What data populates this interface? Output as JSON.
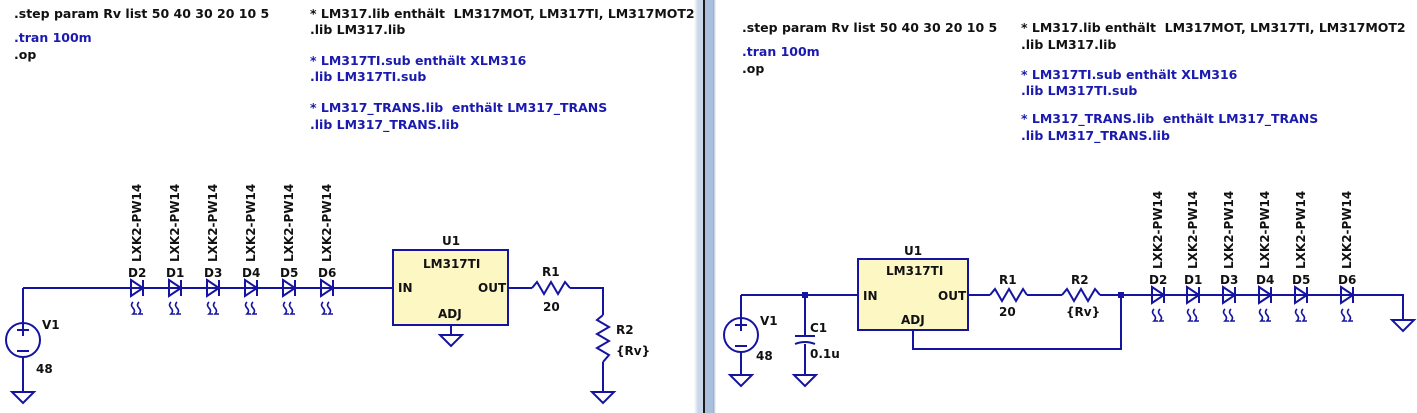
{
  "panels": {
    "left": {
      "directives": {
        "step": ".step param Rv list 50 40 30 20 10 5",
        "tran": ".tran 100m",
        "op": ".op"
      },
      "comments": {
        "lib1_comment": "* LM317.lib enthält  LM317MOT, LM317TI, LM317MOT2",
        "lib1": ".lib LM317.lib",
        "lib2_comment": "* LM317TI.sub enthält XLM316",
        "lib2": ".lib LM317TI.sub",
        "lib3_comment": "* LM317_TRANS.lib  enthält LM317_TRANS",
        "lib3": ".lib LM317_TRANS.lib"
      },
      "v1": {
        "name": "V1",
        "value": "48"
      },
      "leds": [
        {
          "name": "D2",
          "model": "LXK2-PW14"
        },
        {
          "name": "D1",
          "model": "LXK2-PW14"
        },
        {
          "name": "D3",
          "model": "LXK2-PW14"
        },
        {
          "name": "D4",
          "model": "LXK2-PW14"
        },
        {
          "name": "D5",
          "model": "LXK2-PW14"
        },
        {
          "name": "D6",
          "model": "LXK2-PW14"
        }
      ],
      "u1": {
        "name": "U1",
        "model": "LM317TI",
        "pin_in": "IN",
        "pin_out": "OUT",
        "pin_adj": "ADJ"
      },
      "r1": {
        "name": "R1",
        "value": "20"
      },
      "r2": {
        "name": "R2",
        "value": "{Rv}"
      }
    },
    "right": {
      "directives": {
        "step": ".step param Rv list 50 40 30 20 10 5",
        "tran": ".tran 100m",
        "op": ".op"
      },
      "comments": {
        "lib1_comment": "* LM317.lib enthält  LM317MOT, LM317TI, LM317MOT2",
        "lib1": ".lib LM317.lib",
        "lib2_comment": "* LM317TI.sub enthält XLM316",
        "lib2": ".lib LM317TI.sub",
        "lib3_comment": "* LM317_TRANS.lib  enthält LM317_TRANS",
        "lib3": ".lib LM317_TRANS.lib"
      },
      "v1": {
        "name": "V1",
        "value": "48"
      },
      "c1": {
        "name": "C1",
        "value": "0.1u"
      },
      "u1": {
        "name": "U1",
        "model": "LM317TI",
        "pin_in": "IN",
        "pin_out": "OUT",
        "pin_adj": "ADJ"
      },
      "r1": {
        "name": "R1",
        "value": "20"
      },
      "r2": {
        "name": "R2",
        "value": "{Rv}"
      },
      "leds": [
        {
          "name": "D2",
          "model": "LXK2-PW14"
        },
        {
          "name": "D1",
          "model": "LXK2-PW14"
        },
        {
          "name": "D3",
          "model": "LXK2-PW14"
        },
        {
          "name": "D4",
          "model": "LXK2-PW14"
        },
        {
          "name": "D5",
          "model": "LXK2-PW14"
        },
        {
          "name": "D6",
          "model": "LXK2-PW14"
        }
      ]
    }
  },
  "colors": {
    "wire": "#1414a0",
    "directive_blue": "#1a1ab0",
    "text_black": "#111111",
    "ic_fill": "#fdf7c3"
  }
}
